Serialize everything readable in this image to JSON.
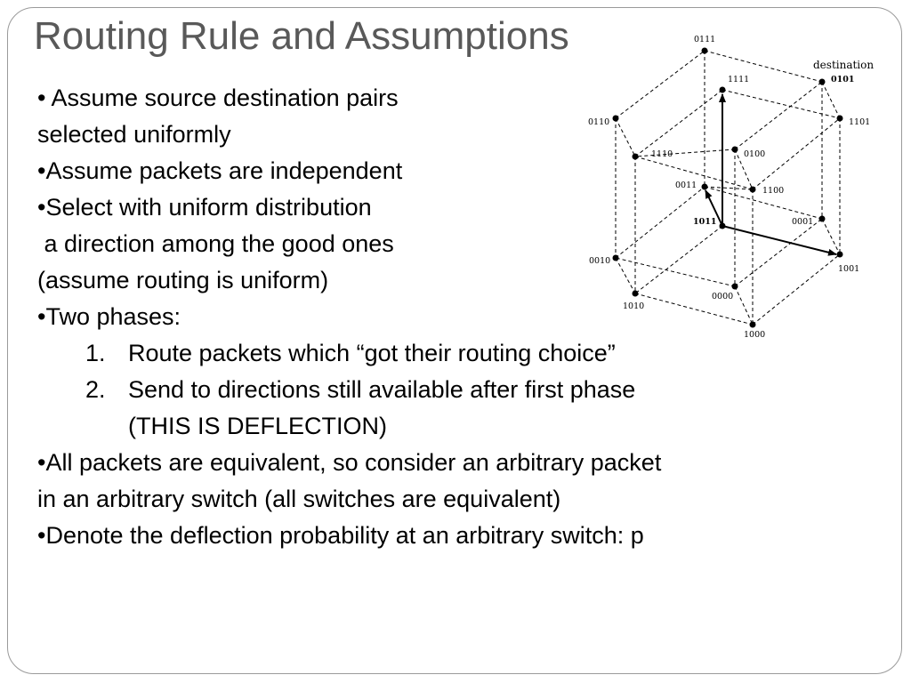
{
  "slide": {
    "title": "Routing Rule and Assumptions",
    "bullets": {
      "b1_line1": "• Assume source destination pairs",
      "b1_line2": "selected uniformly",
      "b2": "•Assume packets are independent",
      "b3_line1": "•Select with uniform distribution",
      "b3_line2": " a direction among the good ones",
      "b3_line3": "(assume routing is uniform)",
      "b4": "•Two phases:",
      "phase1_num": "1.",
      "phase1_text": "Route packets which “got their routing choice”",
      "phase2_num": "2.",
      "phase2_line1": "Send to directions still available after first phase",
      "phase2_line2": "(THIS IS DEFLECTION)",
      "b5_line1": "•All packets are equivalent, so consider an arbitrary packet",
      "b5_line2": "in an arbitrary switch (all switches are equivalent)",
      "b6": "•Denote the deflection probability at an arbitrary switch: p"
    }
  },
  "figure": {
    "destination_label": "destination",
    "nodes": {
      "n0111": "0111",
      "n1111": "1111",
      "n0101": "0101",
      "n0110": "0110",
      "n1101": "1101",
      "n1110": "1110",
      "n0100": "0100",
      "n0011": "0011",
      "n1100": "1100",
      "n1011": "1011",
      "n0001": "0001",
      "n0010": "0010",
      "n1001": "1001",
      "n0000": "0000",
      "n1010": "1010",
      "n1000": "1000"
    }
  }
}
